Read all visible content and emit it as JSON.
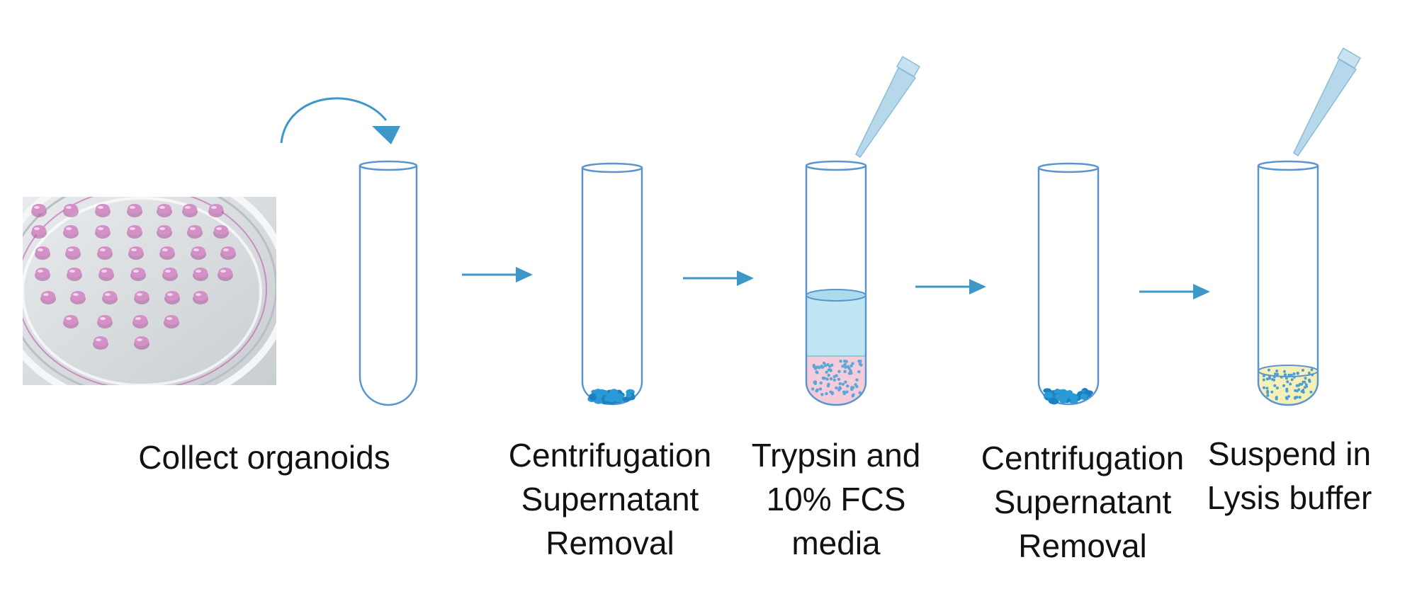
{
  "colors": {
    "tube_outline": "#5b95cf",
    "arrow": "#3d97c9",
    "pellet": "#2a9ad6",
    "trypsin_media": "#bfe6f2",
    "trypsin_cells": "#f4ccdc",
    "lysis_buffer": "#f5f0b8",
    "lysis_dots": "#4aa0d6",
    "pipette_tip": "#b6d8ea",
    "dish_background": "#d9dde0",
    "organoid": "#d590c8"
  },
  "steps": [
    {
      "id": "collect",
      "caption": [
        "Collect organoids"
      ],
      "tube_content": "empty",
      "pipette": false
    },
    {
      "id": "centrifugation-1",
      "caption": [
        "Centrifugation",
        "Supernatant",
        "Removal"
      ],
      "tube_content": "pellet",
      "pipette": false
    },
    {
      "id": "trypsin",
      "caption": [
        "Trypsin and",
        "10% FCS",
        "media"
      ],
      "tube_content": "trypsin-media",
      "pipette": true
    },
    {
      "id": "centrifugation-2",
      "caption": [
        "Centrifugation",
        "Supernatant",
        "Removal"
      ],
      "tube_content": "pellet",
      "pipette": false
    },
    {
      "id": "lysis",
      "caption": [
        "Suspend in",
        "Lysis buffer"
      ],
      "tube_content": "lysis-buffer",
      "pipette": true
    }
  ],
  "icons": {
    "dish": "culture-dish-photo-icon",
    "curved_arrow": "curved-transfer-arrow-icon",
    "step_arrow": "right-arrow-icon",
    "pipette": "pipette-tip-icon",
    "tube": "test-tube-icon"
  }
}
